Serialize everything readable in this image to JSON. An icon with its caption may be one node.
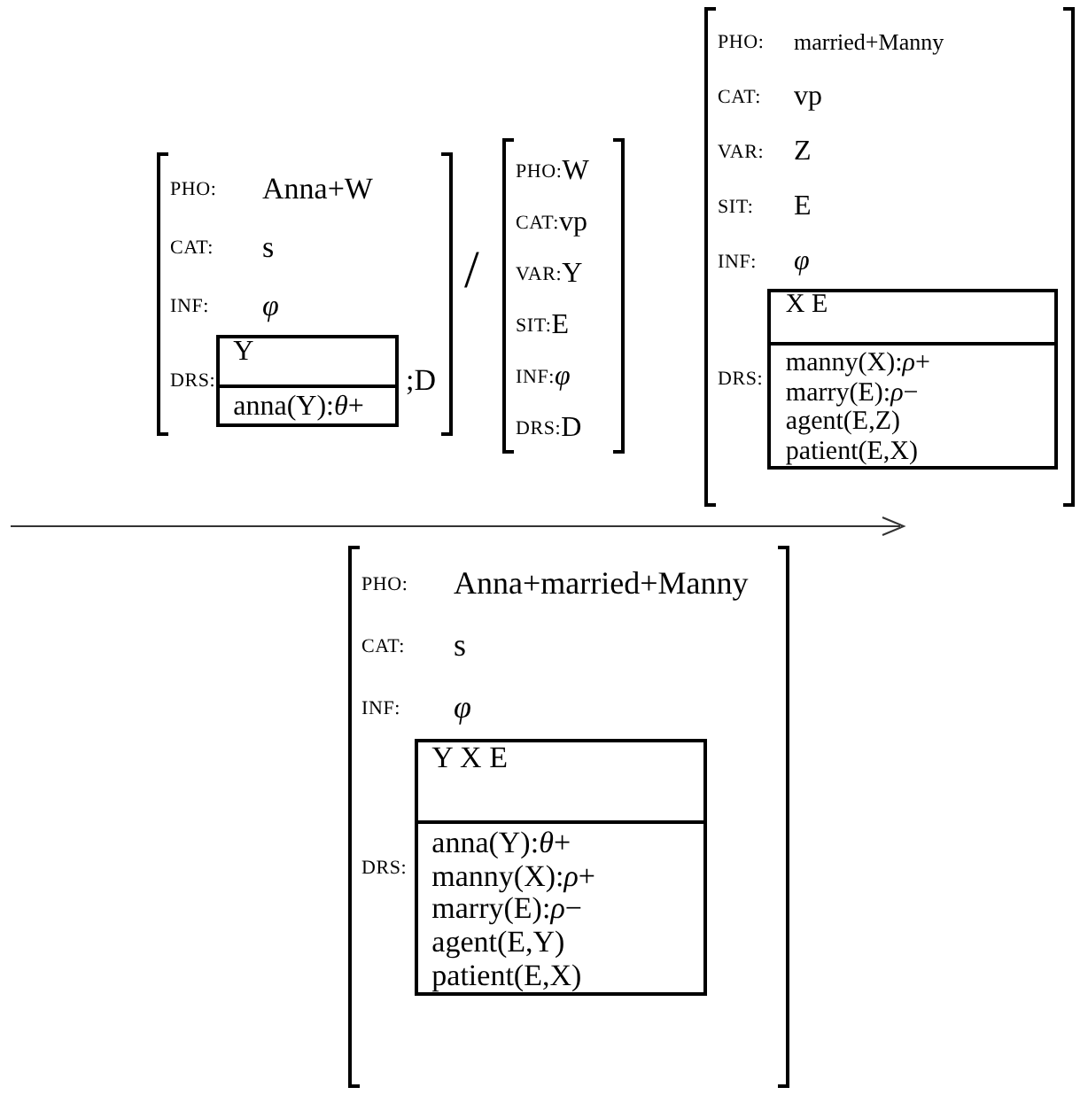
{
  "diagram": {
    "nodes": [
      {
        "text": [
          "PHO:",
          "Anna+W",
          "CAT:",
          "s",
          "INF:",
          "φ",
          "DRS:",
          ";D"
        ]
      },
      {
        "text": [
          "Y",
          "anna(Y):*θ*+"
        ],
        "in": 0
      },
      {
        "text": [
          "PHO:",
          "W",
          "CAT:",
          "vp",
          "VAR:",
          "Y",
          "SIT:",
          "E",
          "INF:",
          "φ",
          "DRS:",
          "D"
        ]
      },
      {
        "text": [
          "PHO:",
          "married+Manny",
          "CAT:",
          "vp",
          "VAR:",
          "Z",
          "SIT:",
          "E",
          "INF:",
          "φ",
          "DRS:"
        ]
      },
      {
        "text": [
          "X E",
          "manny(X):*ρ*+",
          "marry(E):*ρ*−",
          "agent(E,Z)",
          "patient(E,X)"
        ],
        "in": 3
      },
      {
        "text": [
          "PHO:",
          "Anna+married+Manny",
          "CAT:",
          "s",
          "INF:",
          "φ",
          "DRS:"
        ]
      },
      {
        "text": [
          "Y X E",
          "anna(Y):*θ*+",
          "manny(X):*ρ*+",
          "marry(E):*ρ*−",
          "agent(E,Y)",
          "patient(E,X)"
        ],
        "in": 5
      }
    ],
    "labels": [
      "/"
    ]
  }
}
